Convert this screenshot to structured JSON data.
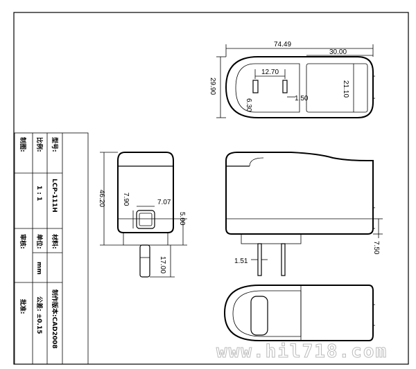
{
  "title_block": {
    "model_label": "型号:",
    "model_value": "LCP-111H",
    "material_label": "材料:",
    "scale_label": "比例:",
    "scale_value": "1 : 1",
    "unit_label": "单位:",
    "unit_value": "mm",
    "tolerance_label": "公差: ±0.15",
    "drawn_label": "制图:",
    "review_label": "审核:",
    "approve_label": "批准:",
    "file_label": "制作版本:CAD2008"
  },
  "dimensions": {
    "total_length": "74.49",
    "inset_length": "30.00",
    "pin_spacing": "12.70",
    "depth": "29.90",
    "pin_length": "6.30",
    "pin_width": "1.50",
    "inset_height": "21.10",
    "height": "46.20",
    "slot_height": "7.90",
    "slot_width": "7.07",
    "step_height": "5.00",
    "prong_length": "17.00",
    "prong_thickness": "1.51",
    "prong_offset": "7.50"
  },
  "watermark": "www.hil718.com"
}
